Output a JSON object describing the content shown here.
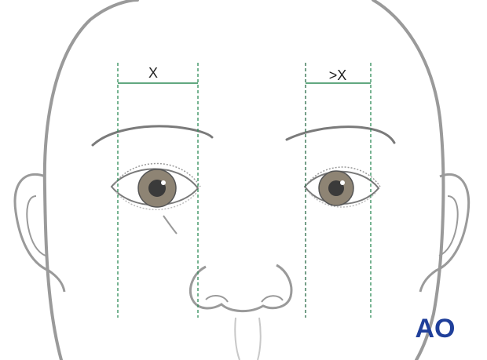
{
  "diagram": {
    "left_measurement_label": "X",
    "right_measurement_label": ">X",
    "logo_text": "AO",
    "colors": {
      "outline": "#9a9a9a",
      "guide_line": "#2e8b57",
      "iris": "#8e8474",
      "pupil": "#3a3a3a",
      "logo": "#1f3f9a"
    },
    "icons": {
      "logo": "ao-logo-icon"
    }
  }
}
